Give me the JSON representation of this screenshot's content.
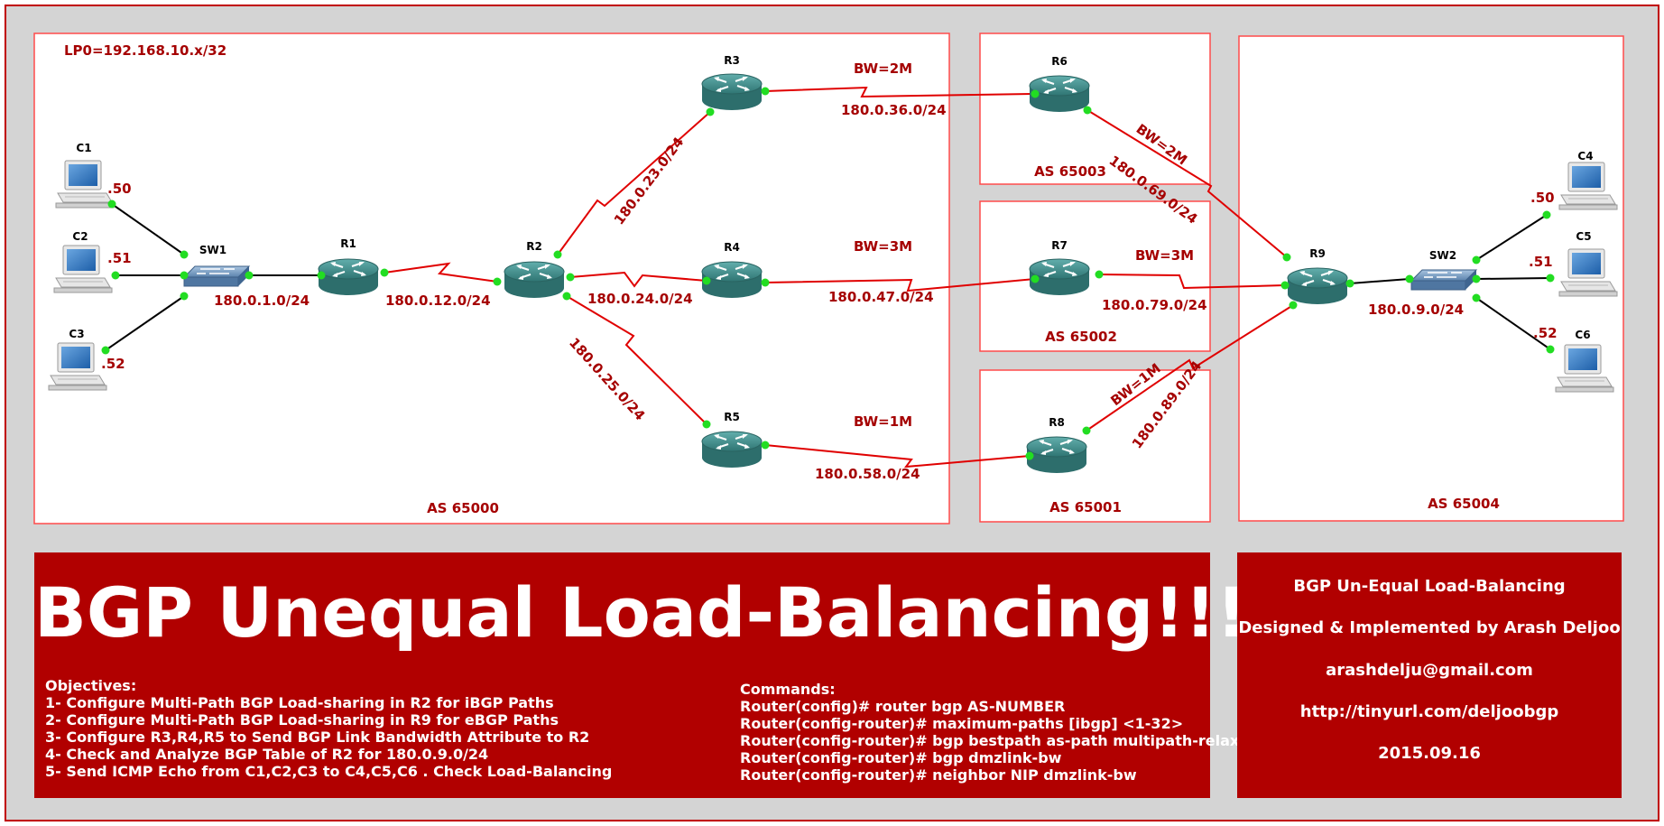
{
  "as_labels": {
    "as65000": "AS 65000",
    "as65003": "AS 65003",
    "as65002": "AS 65002",
    "as65001": "AS 65001",
    "as65004": "AS 65004"
  },
  "loopback_note": "LP0=192.168.10.x/32",
  "devices": {
    "c1": "C1",
    "c2": "C2",
    "c3": "C3",
    "c4": "C4",
    "c5": "C5",
    "c6": "C6",
    "sw1": "SW1",
    "sw2": "SW2",
    "r1": "R1",
    "r2": "R2",
    "r3": "R3",
    "r4": "R4",
    "r5": "R5",
    "r6": "R6",
    "r7": "R7",
    "r8": "R8",
    "r9": "R9"
  },
  "host_ips": {
    "c1": ".50",
    "c2": ".51",
    "c3": ".52",
    "c4": ".50",
    "c5": ".51",
    "c6": ".52"
  },
  "subnets": {
    "sw1_r1": "180.0.1.0/24",
    "r1_r2": "180.0.12.0/24",
    "r2_r3": "180.0.23.0/24",
    "r2_r4": "180.0.24.0/24",
    "r2_r5": "180.0.25.0/24",
    "r3_r6": "180.0.36.0/24",
    "r4_r7": "180.0.47.0/24",
    "r5_r8": "180.0.58.0/24",
    "r6_r9": "180.0.69.0/24",
    "r7_r9": "180.0.79.0/24",
    "r8_r9": "180.0.89.0/24",
    "r9_sw2": "180.0.9.0/24"
  },
  "bandwidths": {
    "r3": "BW=2M",
    "r4": "BW=3M",
    "r5": "BW=1M",
    "r6": "BW=2M",
    "r7": "BW=3M",
    "r8": "BW=1M"
  },
  "colors": {
    "frame": "#c00000",
    "panel": "#b10000",
    "label": "#a50000",
    "link_red": "#e00000",
    "router": "#3e8c8a",
    "port": "#22dd22"
  },
  "title": "BGP Unequal Load-Balancing!!!",
  "objectives": {
    "heading": "Objectives:",
    "items": [
      "1- Configure Multi-Path BGP Load-sharing in R2 for iBGP Paths",
      "2- Configure Multi-Path BGP Load-sharing in R9 for eBGP Paths",
      "3- Configure R3,R4,R5 to Send BGP Link Bandwidth Attribute to R2",
      "4- Check and Analyze BGP Table of R2 for 180.0.9.0/24",
      "5- Send ICMP Echo from C1,C2,C3 to C4,C5,C6 . Check Load-Balancing"
    ]
  },
  "commands": {
    "heading": "Commands:",
    "items": [
      "Router(config)# router bgp AS-NUMBER",
      "Router(config-router)# maximum-paths [ibgp] <1-32>",
      "Router(config-router)# bgp bestpath as-path multipath-relax",
      "Router(config-router)# bgp dmzlink-bw",
      "Router(config-router)# neighbor NIP dmzlink-bw"
    ]
  },
  "info": {
    "title": "BGP Un-Equal Load-Balancing",
    "designer": "Designed & Implemented by Arash Deljoo",
    "email": "arashdelju@gmail.com",
    "url": "http://tinyurl.com/deljoobgp",
    "date": "2015.09.16"
  }
}
